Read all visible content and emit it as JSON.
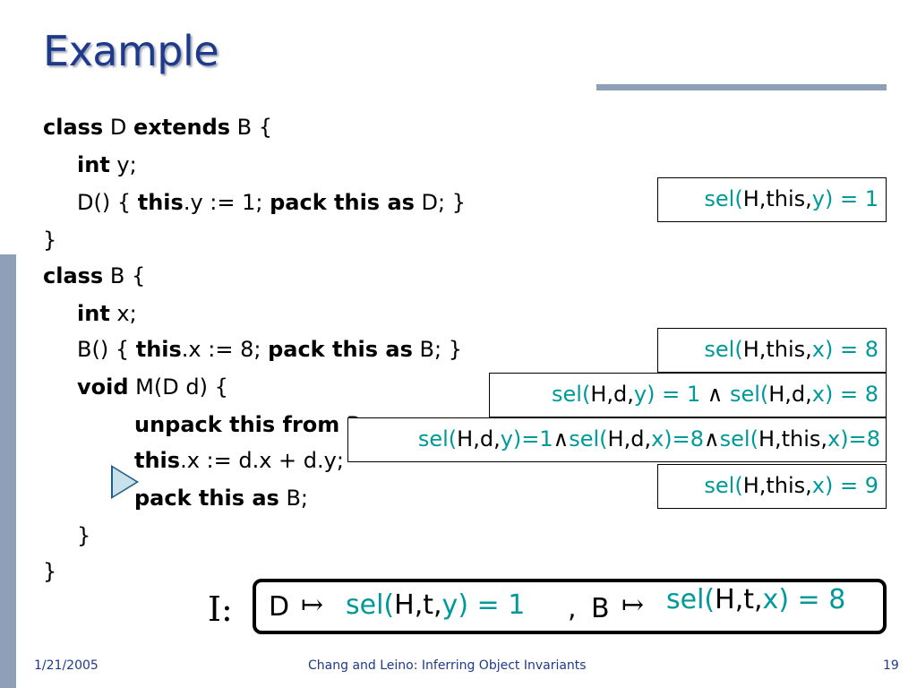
{
  "title": "Example",
  "code": {
    "l1_kw1": "class",
    "l1_t1": " D ",
    "l1_kw2": "extends",
    "l1_t2": " B {",
    "l2_kw": "int",
    "l2_t": " y;",
    "l3_t1": "D() { ",
    "l3_kw1": "this",
    "l3_t2": ".y := 1; ",
    "l3_kw2": "pack this as",
    "l3_t3": " D; }",
    "l4_t": "}",
    "l5_kw": "class",
    "l5_t": " B {",
    "l6_kw": "int",
    "l6_t": " x;",
    "l7_t1": "B() { ",
    "l7_kw1": "this",
    "l7_t2": ".x := 8; ",
    "l7_kw2": "pack this as",
    "l7_t3": " B; }",
    "l8_kw": "void",
    "l8_t": " M(D d) {",
    "l9_kw": "unpack this from",
    "l9_t": " B;",
    "l10_kw": "this",
    "l10_t": ".x := d.x + d.y;",
    "l11_kw": "pack this as",
    "l11_t": " B;",
    "l12_t": "}",
    "l13_t": "}"
  },
  "boxes": {
    "b1": {
      "a": "sel(",
      "b": "H,this,",
      "c": "y",
      "d": ") = 1"
    },
    "b2": {
      "a": "sel(",
      "b": "H,this,",
      "c": "x",
      "d": ") = 8"
    },
    "b3": {
      "a": "sel(",
      "b": "H,d,",
      "c": "y",
      "d": ") = 1 ",
      "e": "∧",
      "f": " sel(",
      "g": "H,d,",
      "h": "x",
      "i": ") = 8"
    },
    "b4": {
      "a": "sel(",
      "b": "H,d,",
      "c": "y",
      "d": ")=1",
      "e": "∧",
      "f": "sel(",
      "g": "H,d,",
      "h": "x",
      "i": ")=8",
      "j": "∧",
      "k": "sel(",
      "l": "H,this,",
      "m": "x",
      "n": ")=8"
    },
    "b5": {
      "a": "sel(",
      "b": "H,this,",
      "c": "x",
      "d": ") = 9"
    }
  },
  "invariant": {
    "label": "I:",
    "d_class": "D",
    "maps_to": "↦",
    "d_sel_a": "sel(",
    "d_sel_b": "H,t,",
    "d_sel_c": "y",
    "d_sel_d": ") = 1",
    "sep": ",",
    "b_class": "B",
    "b_sel_a": "sel(",
    "b_sel_b": "H,t,",
    "b_sel_c": "x",
    "b_sel_d": ") = 8"
  },
  "footer": {
    "date": "1/21/2005",
    "center": "Chang and Leino: Inferring Object Invariants",
    "page": "19"
  },
  "colors": {
    "title": "#1f3a8a",
    "accent_bar": "#8da0b8",
    "teal": "#009999"
  }
}
